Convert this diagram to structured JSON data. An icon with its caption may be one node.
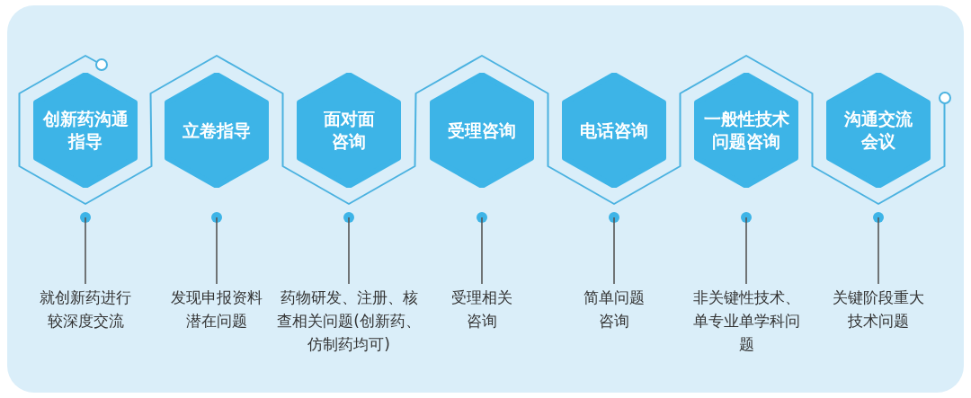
{
  "diagram": {
    "nodes": [
      {
        "text": [
          "创新药沟通指导"
        ]
      },
      {
        "text": [
          "立卷指导"
        ]
      },
      {
        "text": [
          "面对面咨询"
        ]
      },
      {
        "text": [
          "受理咨询"
        ]
      },
      {
        "text": [
          "电话咨询"
        ]
      },
      {
        "text": [
          "一般性技术问题咨询"
        ]
      },
      {
        "text": [
          "沟通交流会议"
        ]
      },
      {
        "text": [
          "就创新药进行较深度交流"
        ]
      },
      {
        "text": [
          "发现申报资料潜在问题"
        ]
      },
      {
        "text": [
          "药物研发、注册、核查相关问题(创新药、仿制药均可)"
        ]
      },
      {
        "text": [
          "受理相关咨询"
        ]
      },
      {
        "text": [
          "简单问题咨询"
        ]
      },
      {
        "text": [
          "非关键性技术、单专业单学科问题"
        ]
      },
      {
        "text": [
          "关键阶段重大技术问题"
        ]
      }
    ],
    "edges": [
      {
        "from": 0,
        "to": 7,
        "arrow": "none"
      },
      {
        "from": 1,
        "to": 8,
        "arrow": "none"
      },
      {
        "from": 2,
        "to": 9,
        "arrow": "none"
      },
      {
        "from": 3,
        "to": 10,
        "arrow": "none"
      },
      {
        "from": 4,
        "to": 11,
        "arrow": "none"
      },
      {
        "from": 5,
        "to": 12,
        "arrow": "none"
      },
      {
        "from": 6,
        "to": 13,
        "arrow": "none"
      }
    ]
  }
}
